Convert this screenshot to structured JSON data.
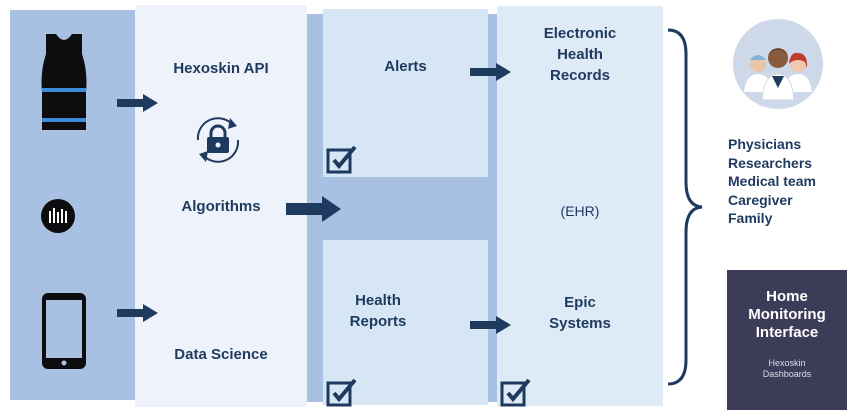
{
  "devices": {
    "shirt": "shirt-icon",
    "wristband": "hexoskin-device-icon",
    "phone": "smartphone-icon"
  },
  "platform": {
    "api_label": "Hexoskin API",
    "algorithms_label": "Algorithms",
    "data_science_label": "Data Science",
    "lock_icon": "lock-sync-icon"
  },
  "outputs": {
    "alerts_label": "Alerts",
    "health_reports_label": "Health\nReports"
  },
  "ehr": {
    "title": "Electronic\nHealth\nRecords",
    "abbr": "(EHR)",
    "epic": "Epic\nSystems"
  },
  "audience": {
    "items": [
      "Physicians",
      "Researchers",
      "Medical team",
      "Caregiver",
      "Family"
    ],
    "icon": "medical-team-icon"
  },
  "home_interface": {
    "title": "Home\nMonitoring\nInterface",
    "subtitle": "Hexoskin\nDashboards"
  },
  "colors": {
    "device_column": "#a8c1e2",
    "platform_column": "#eef3fb",
    "output_column": "#cfe0f2",
    "ehr_column": "#deeaf6",
    "navy": "#1f3a5f",
    "home_box": "#3c3b58"
  }
}
